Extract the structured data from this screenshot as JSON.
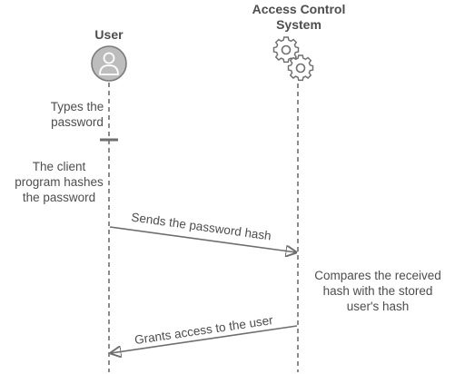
{
  "actors": {
    "user": {
      "title": "User",
      "icon": "user-avatar-icon"
    },
    "system": {
      "title_line1": "Access Control",
      "title_line2": "System",
      "icon": "gears-icon"
    }
  },
  "notes": {
    "user_step1": [
      "Types the",
      "password"
    ],
    "user_step2": [
      "The client",
      "program hashes",
      "the password"
    ],
    "system_step": [
      "Compares the received",
      "hash with the stored",
      "user's hash"
    ]
  },
  "messages": {
    "to_system": "Sends the password hash",
    "to_user": "Grants access to the user"
  },
  "colors": {
    "line": "#6e6e6e",
    "avatar_fill": "#bdbdbd",
    "text": "#4d4d4d"
  }
}
